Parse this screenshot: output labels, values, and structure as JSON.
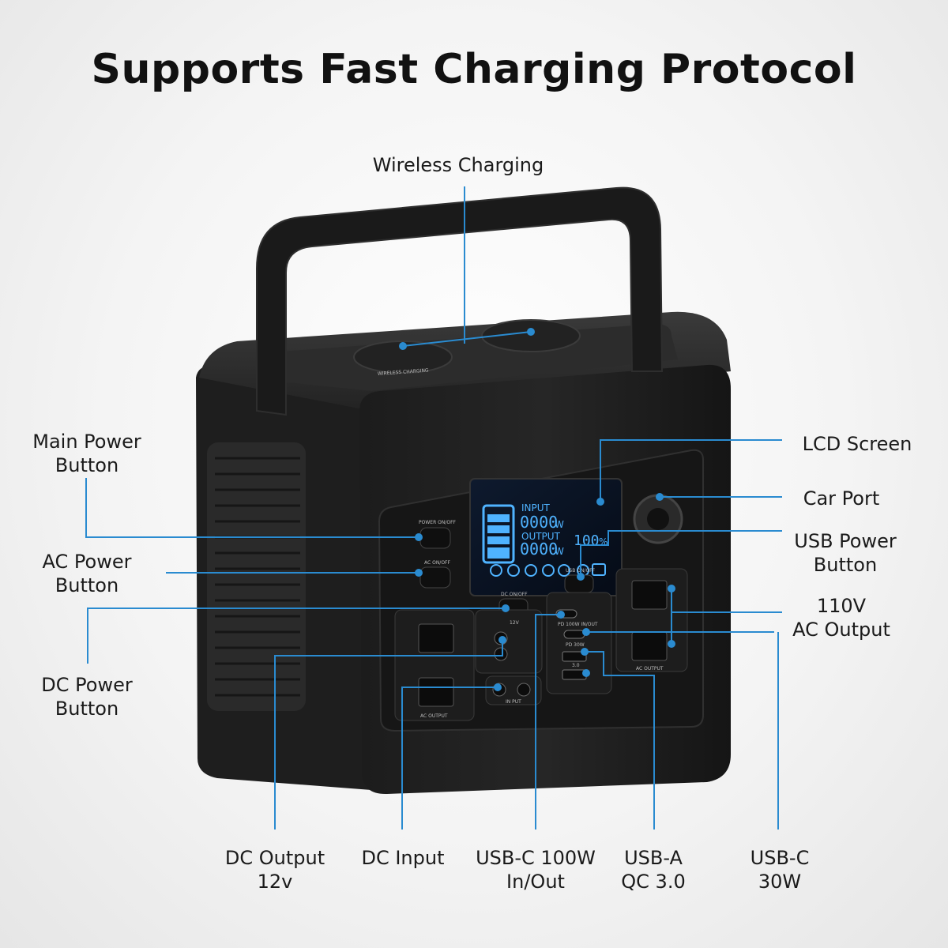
{
  "headline": "Supports Fast Charging Protocol",
  "accent_color": "#2a8bd0",
  "callouts": {
    "wireless_charging": "Wireless Charging",
    "main_power_button": "Main Power\nButton",
    "ac_power_button": "AC Power\nButton",
    "dc_power_button": "DC Power\nButton",
    "lcd_screen": "LCD Screen",
    "car_port": "Car Port",
    "usb_power_button": "USB Power\nButton",
    "ac_output_110v": "110V\nAC Output",
    "dc_output_12v": "DC Output\n12v",
    "dc_input": "DC Input",
    "usbc_100w": "USB-C 100W\nIn/Out",
    "usba_qc": "USB-A\nQC 3.0",
    "usbc_30w": "USB-C\n30W"
  },
  "device": {
    "lcd": {
      "input_label": "INPUT",
      "input_value": "0000",
      "output_label": "OUTPUT",
      "output_value": "0000",
      "unit": "W",
      "battery_percent": "100",
      "percent_sign": "%"
    },
    "panel_labels": {
      "power_onoff": "POWER ON/OFF",
      "ac_onoff": "AC ON/OFF",
      "dc_onoff": "DC ON/OFF",
      "usb_onoff": "USB ON/OFF",
      "v12": "12V",
      "pd_100w": "PD 100W IN/OUT",
      "pd_30w": "PD 30W",
      "qc_3": "3.0",
      "input": "IN PUT",
      "ac_output_left": "AC OUTPUT",
      "ac_output_right": "AC OUTPUT",
      "wireless_pad": "WIRELESS CHARGING"
    }
  }
}
